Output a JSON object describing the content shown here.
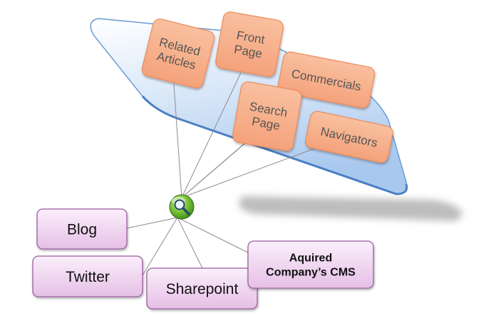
{
  "hub": {
    "icon": "search-icon"
  },
  "page_boxes": [
    {
      "id": "related-articles",
      "lines": [
        "Related",
        "Articles"
      ]
    },
    {
      "id": "front-page",
      "lines": [
        "Front",
        "Page"
      ]
    },
    {
      "id": "commercials",
      "lines": [
        "Commercials"
      ]
    },
    {
      "id": "search-page",
      "lines": [
        "Search",
        "Page"
      ]
    },
    {
      "id": "navigators",
      "lines": [
        "Navigators"
      ]
    }
  ],
  "sources": [
    {
      "id": "blog",
      "lines": [
        "Blog"
      ]
    },
    {
      "id": "twitter",
      "lines": [
        "Twitter"
      ]
    },
    {
      "id": "sharepoint",
      "lines": [
        "Sharepoint"
      ]
    },
    {
      "id": "aquired-cms",
      "lines": [
        "Aquired",
        "Company’s CMS"
      ]
    }
  ],
  "colors": {
    "plane_top": "#ffffff",
    "plane_bottom": "#a9c8ee",
    "plane_edge": "#6a9bd6",
    "orange_fill": "#f7b08c",
    "orange_edge": "#e98a5c",
    "purple_fill_top": "#fbeffb",
    "purple_fill_bottom": "#e5bfe6",
    "purple_edge": "#9b5f9f",
    "connector": "#888888",
    "shadow": "#bbbbbb"
  }
}
